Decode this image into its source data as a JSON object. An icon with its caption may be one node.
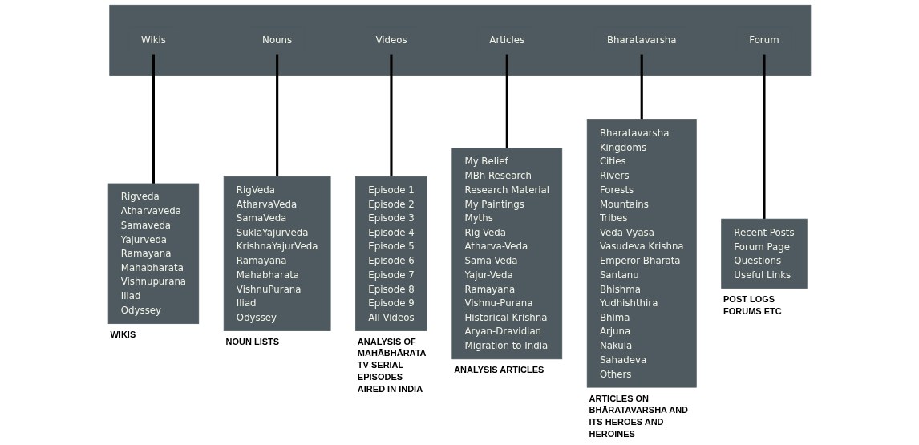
{
  "diagram": {
    "nodes": [
      {
        "text": [],
        "shape": "bar"
      },
      {
        "text": [
          "Wikis"
        ],
        "in": 0
      },
      {
        "text": [
          "Nouns"
        ],
        "in": 0
      },
      {
        "text": [
          "Videos"
        ],
        "in": 0
      },
      {
        "text": [
          "Articles"
        ],
        "in": 0
      },
      {
        "text": [
          "Bharatavarsha"
        ],
        "in": 0
      },
      {
        "text": [
          "Forum"
        ],
        "in": 0
      },
      {
        "text": [
          "Rigveda",
          "Atharvaveda",
          "Samaveda",
          "Yajurveda",
          "Ramayana",
          "Mahabharata",
          "Vishnupurana",
          "Iliad",
          "Odyssey"
        ],
        "beside": [
          "WIKIS"
        ]
      },
      {
        "text": [
          "RigVeda",
          "AtharvaVeda",
          "SamaVeda",
          "SuklaYajurveda",
          "KrishnaYajurVeda",
          "Ramayana",
          "Mahabharata",
          "VishnuPurana",
          "Iliad",
          "Odyssey"
        ],
        "beside": [
          "NOUN LISTS"
        ]
      },
      {
        "text": [
          "Episode 1",
          "Episode 2",
          "Episode 3",
          "Episode 4",
          "Episode 5",
          "Episode 6",
          "Episode 7",
          "Episode 8",
          "Episode 9",
          "All Videos"
        ],
        "beside": [
          "ANALYSIS OF MAHĀBHĀRATA TV SERIAL EPISODES AIRED IN INDIA"
        ]
      },
      {
        "text": [
          "My Belief",
          "MBh Research",
          "Research Material",
          "My Paintings",
          "Myths",
          "Rig-Veda",
          "Atharva-Veda",
          "Sama-Veda",
          "Yajur-Veda",
          "Ramayana",
          "Vishnu-Purana",
          "Historical Krishna",
          "Aryan-Dravidian",
          "Migration to India"
        ],
        "beside": [
          "ANALYSIS ARTICLES"
        ]
      },
      {
        "text": [
          "Bharatavarsha",
          "Kingdoms",
          "Cities",
          "Rivers",
          "Forests",
          "Mountains",
          "Tribes",
          "Veda Vyasa",
          "Vasudeva Krishna",
          "Emperor Bharata",
          "Santanu",
          "Bhishma",
          "Yudhishthira",
          "Bhima",
          "Arjuna",
          "Nakula",
          "Sahadeva",
          "Others"
        ],
        "beside": [
          "ARTICLES ON BHĀRATAVARSHA AND ITS HEROES AND HEROINES"
        ]
      },
      {
        "text": [
          "Recent Posts",
          "Forum Page",
          "Questions",
          "Useful Links"
        ],
        "beside": [
          "POST LOGS FORUMS ETC"
        ]
      }
    ],
    "edges": [
      {
        "from": 1,
        "to": 7,
        "arrow": "none"
      },
      {
        "from": 2,
        "to": 8,
        "arrow": "none"
      },
      {
        "from": 3,
        "to": 9,
        "arrow": "none"
      },
      {
        "from": 4,
        "to": 10,
        "arrow": "none"
      },
      {
        "from": 5,
        "to": 11,
        "arrow": "none"
      },
      {
        "from": 6,
        "to": 12,
        "arrow": "none"
      }
    ]
  }
}
